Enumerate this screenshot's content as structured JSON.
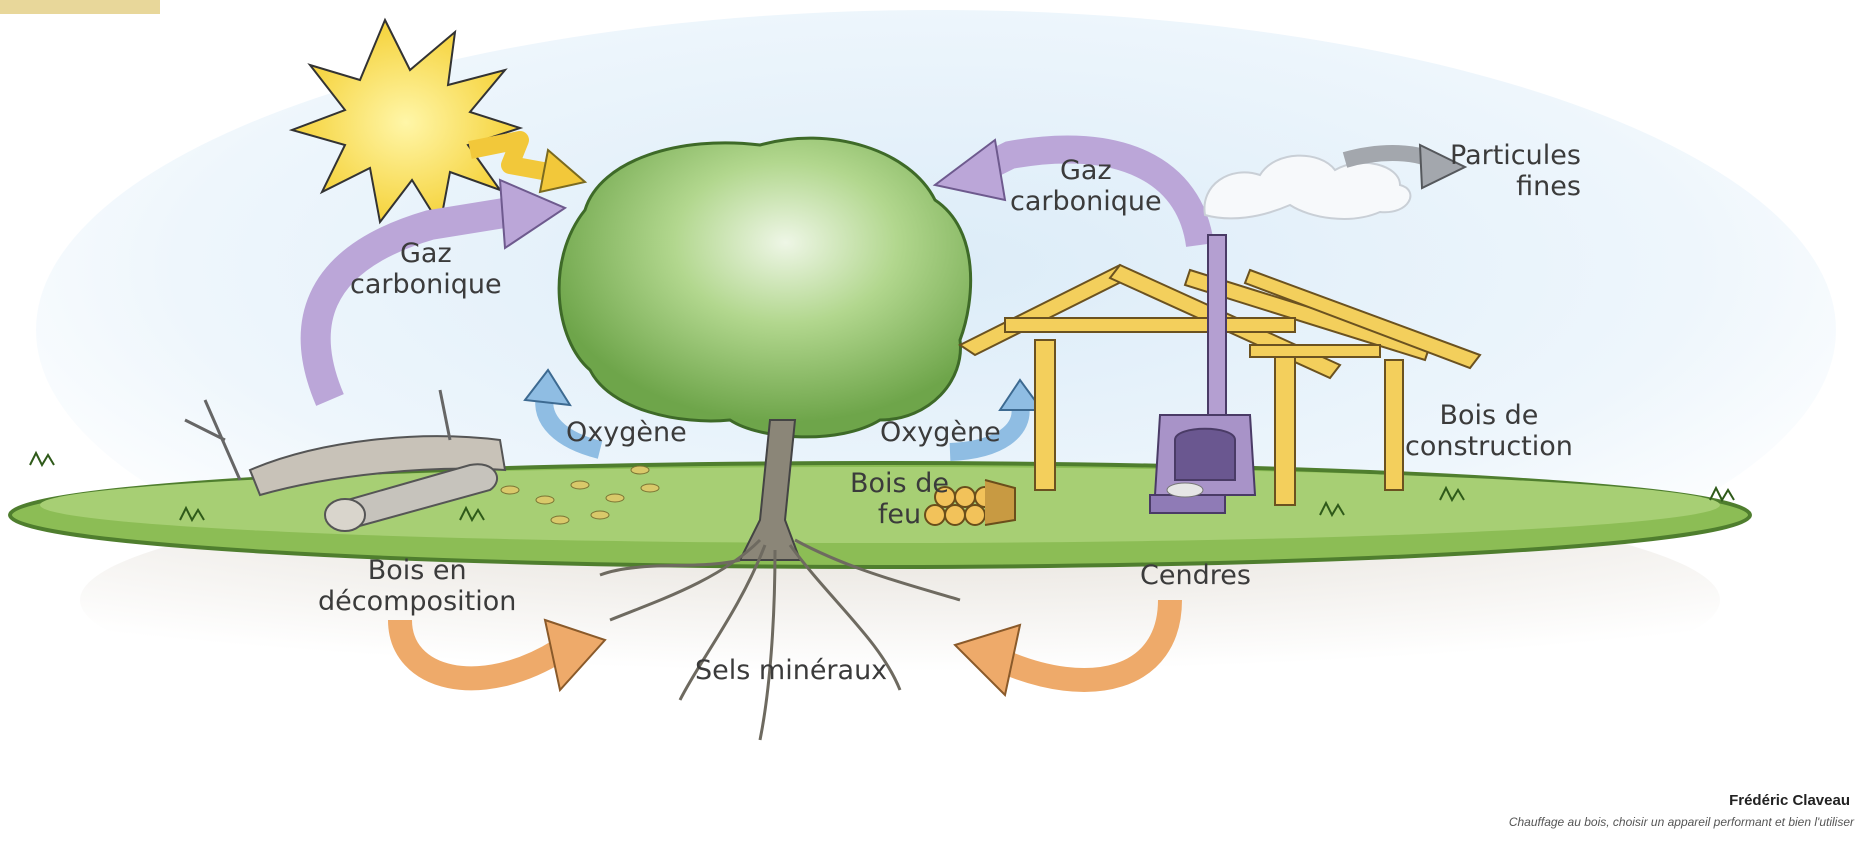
{
  "labels": {
    "gaz_carbonique_left": [
      "Gaz",
      "carbonique"
    ],
    "gaz_carbonique_right": [
      "Gaz",
      "carbonique"
    ],
    "particules_fines": [
      "Particules",
      "fines"
    ],
    "oxygene_left": "Oxygène",
    "oxygene_right": "Oxygène",
    "bois_de_feu": [
      "Bois de",
      "feu"
    ],
    "bois_de_construction": [
      "Bois de",
      "construction"
    ],
    "bois_en_decomposition": [
      "Bois en",
      "décomposition"
    ],
    "cendres": "Cendres",
    "sels_mineraux": "Sels minéraux"
  },
  "credit": {
    "author": "Frédéric Claveau",
    "caption": "Chauffage au bois, choisir un appareil performant et bien l'utiliser"
  },
  "colors": {
    "gas_arrow": "#bba6d8",
    "oxygen_arrow": "#8fbde3",
    "sun_arrow": "#f2c83a",
    "mineral_arrow": "#eeaa6a",
    "ground": "#8cbd55",
    "tree_foliage": "#8fc16a",
    "sky": "#d4e8f6"
  }
}
